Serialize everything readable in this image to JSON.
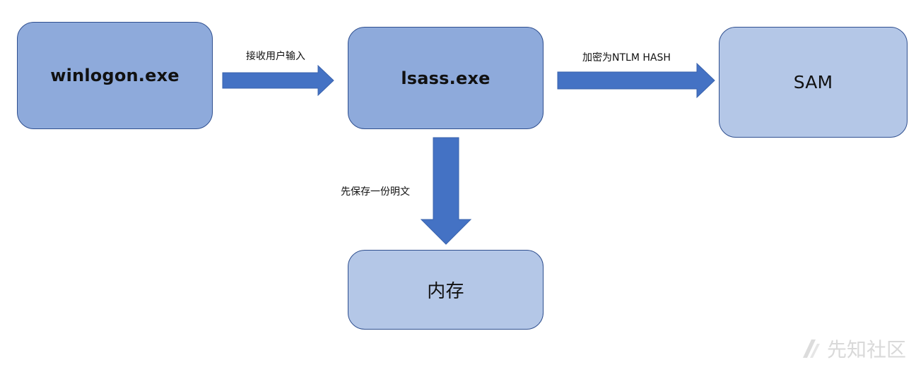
{
  "nodes": {
    "winlogon": {
      "label": "winlogon.exe"
    },
    "lsass": {
      "label": "lsass.exe"
    },
    "sam": {
      "label": "SAM"
    },
    "memory": {
      "label": "内存"
    }
  },
  "edges": {
    "winlogon_to_lsass": {
      "label": "接收用户输入"
    },
    "lsass_to_sam": {
      "label": "加密为NTLM HASH"
    },
    "lsass_to_memory": {
      "label": "先保存一份明文"
    }
  },
  "watermark": {
    "text": "先知社区"
  },
  "colors": {
    "node_dark": "#8eaadb",
    "node_light": "#b4c7e7",
    "node_border": "#2f4f8f",
    "arrow": "#4472c4",
    "watermark": "#d9d9d9"
  }
}
